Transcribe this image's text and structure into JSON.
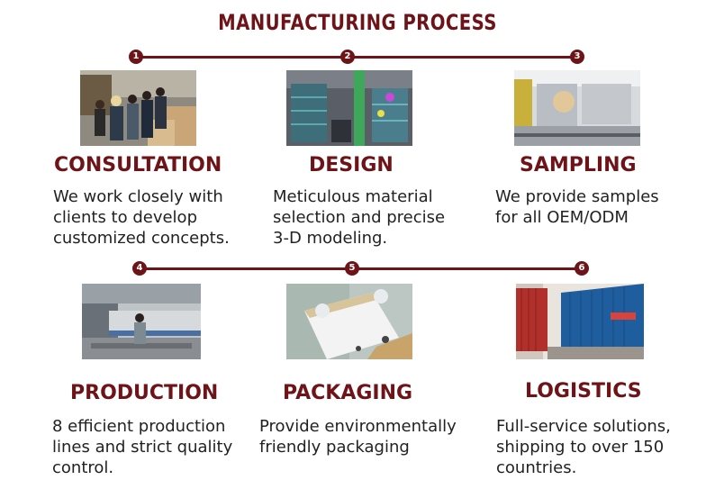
{
  "header": {
    "title": "MANUFACTURING PROCESS"
  },
  "steps": [
    {
      "number": "1",
      "title": "CONSULTATION",
      "description": "We work closely with\nclients to develop\ncustomized concepts.",
      "icon": "consultation-photo"
    },
    {
      "number": "2",
      "title": "DESIGN",
      "description": "Meticulous material\nselection and precise\n3-D modeling.",
      "icon": "design-photo"
    },
    {
      "number": "3",
      "title": "SAMPLING",
      "description": "We provide samples\n for all OEM/ODM",
      "icon": "sampling-photo"
    },
    {
      "number": "4",
      "title": "PRODUCTION",
      "description": "8 efficient production\nlines and strict quality\ncontrol.",
      "icon": "production-photo"
    },
    {
      "number": "5",
      "title": "PACKAGING",
      "description": "Provide environmentally\n     friendly packaging",
      "icon": "packaging-photo"
    },
    {
      "number": "6",
      "title": "LOGISTICS",
      "description": "Full-service solutions,\nshipping to over 150\ncountries.",
      "icon": "logistics-photo"
    }
  ],
  "colors": {
    "accent": "#6e1418",
    "text": "#222222",
    "background": "#ffffff"
  }
}
